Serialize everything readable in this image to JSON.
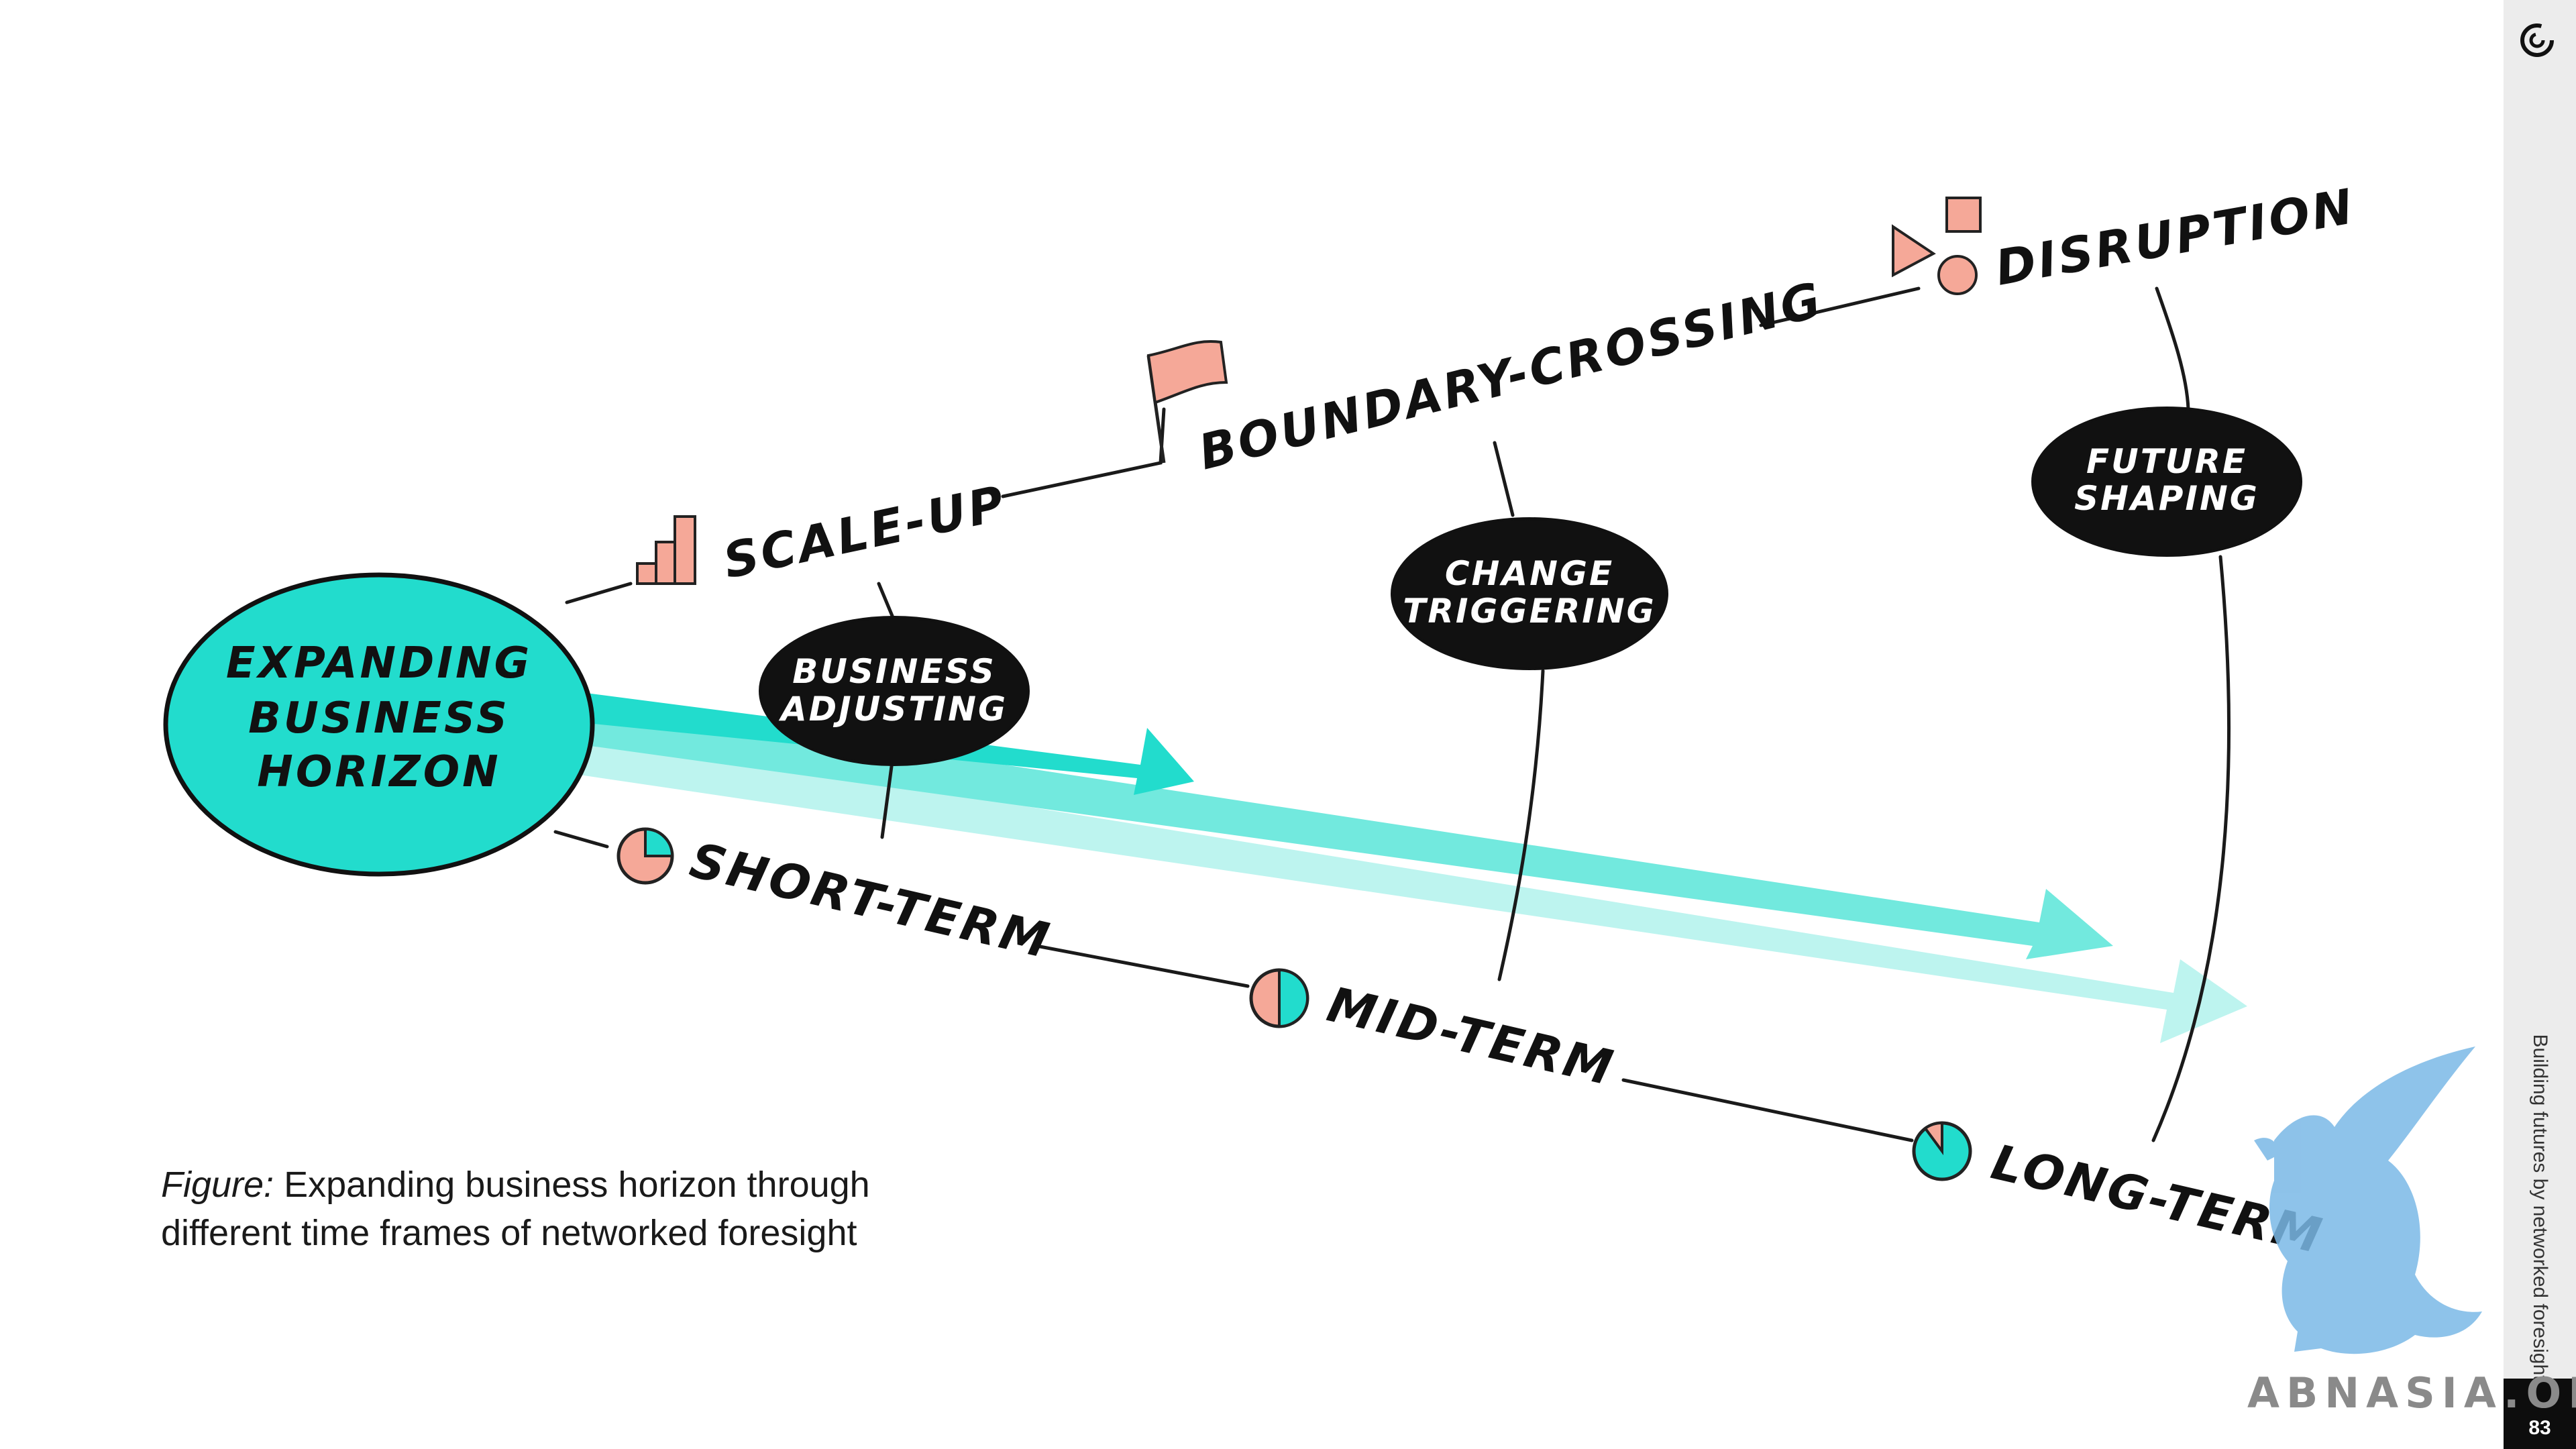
{
  "diagram": {
    "center_label": [
      "EXPANDING",
      "BUSINESS",
      "HORIZON"
    ],
    "top_path": {
      "scale_up": "SCALE-UP",
      "boundary_crossing": "BOUNDARY-CROSSING",
      "disruption": "DISRUPTION"
    },
    "bottom_path": {
      "short_term": "SHORT-TERM",
      "mid_term": "MID-TERM",
      "long_term": "LONG-TERM"
    },
    "bubbles": {
      "business_adjusting": [
        "BUSINESS",
        "ADJUSTING"
      ],
      "change_triggering": [
        "CHANGE",
        "TRIGGERING"
      ],
      "future_shaping": [
        "FUTURE",
        "SHAPING"
      ]
    },
    "pie_progress": {
      "short_term": 0.25,
      "mid_term": 0.5,
      "long_term": 0.9
    },
    "colors": {
      "teal": "#22dccd",
      "salmon": "#f5a898",
      "black": "#111111"
    }
  },
  "caption": {
    "prefix": "Figure:",
    "line1": "Expanding business horizon through",
    "line2": "different time frames of networked foresight"
  },
  "sidebar": {
    "title": "Building futures by networked foresight",
    "page_number": "83"
  },
  "watermark": "ABNASIA.ORG"
}
